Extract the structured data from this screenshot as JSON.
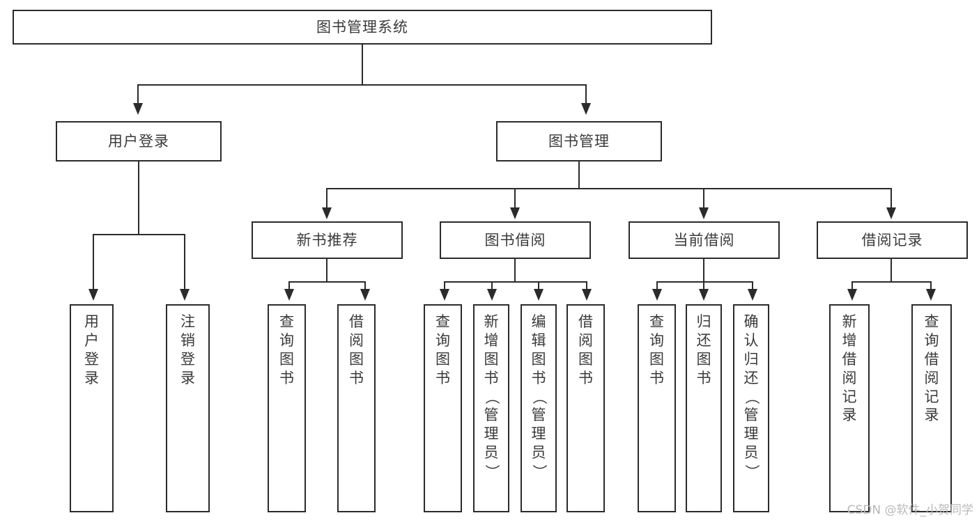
{
  "diagram": {
    "title": "图书管理系统",
    "watermark": "CSDN @软件_小贺同学",
    "root": {
      "label": "图书管理系统"
    },
    "level2": [
      {
        "id": "user-login",
        "label": "用户登录"
      },
      {
        "id": "book-manage",
        "label": "图书管理"
      }
    ],
    "level3": [
      {
        "id": "new-book-recommend",
        "label": "新书推荐"
      },
      {
        "id": "book-borrow",
        "label": "图书借阅"
      },
      {
        "id": "current-borrow",
        "label": "当前借阅"
      },
      {
        "id": "borrow-record",
        "label": "借阅记录"
      }
    ],
    "leaves": {
      "user_login": [
        {
          "id": "leaf-user-login",
          "label": "用户登录"
        },
        {
          "id": "leaf-logout",
          "label": "注销登录"
        }
      ],
      "new_book_recommend": [
        {
          "id": "leaf-query-book-1",
          "label": "查询图书"
        },
        {
          "id": "leaf-borrow-book-1",
          "label": "借阅图书"
        }
      ],
      "book_borrow": [
        {
          "id": "leaf-query-book-2",
          "label": "查询图书"
        },
        {
          "id": "leaf-add-book",
          "label": "新增图书（管理员）"
        },
        {
          "id": "leaf-edit-book",
          "label": "编辑图书（管理员）"
        },
        {
          "id": "leaf-borrow-book-2",
          "label": "借阅图书"
        }
      ],
      "current_borrow": [
        {
          "id": "leaf-query-book-3",
          "label": "查询图书"
        },
        {
          "id": "leaf-return-book",
          "label": "归还图书"
        },
        {
          "id": "leaf-confirm-return",
          "label": "确认归还（管理员）"
        }
      ],
      "borrow_record": [
        {
          "id": "leaf-add-record",
          "label": "新增借阅记录"
        },
        {
          "id": "leaf-query-record",
          "label": "查询借阅记录"
        }
      ]
    },
    "colors": {
      "stroke": "#2b2b2b",
      "text": "#3a3a3a",
      "background": "#ffffff",
      "watermark": "#b9b9b9"
    }
  }
}
